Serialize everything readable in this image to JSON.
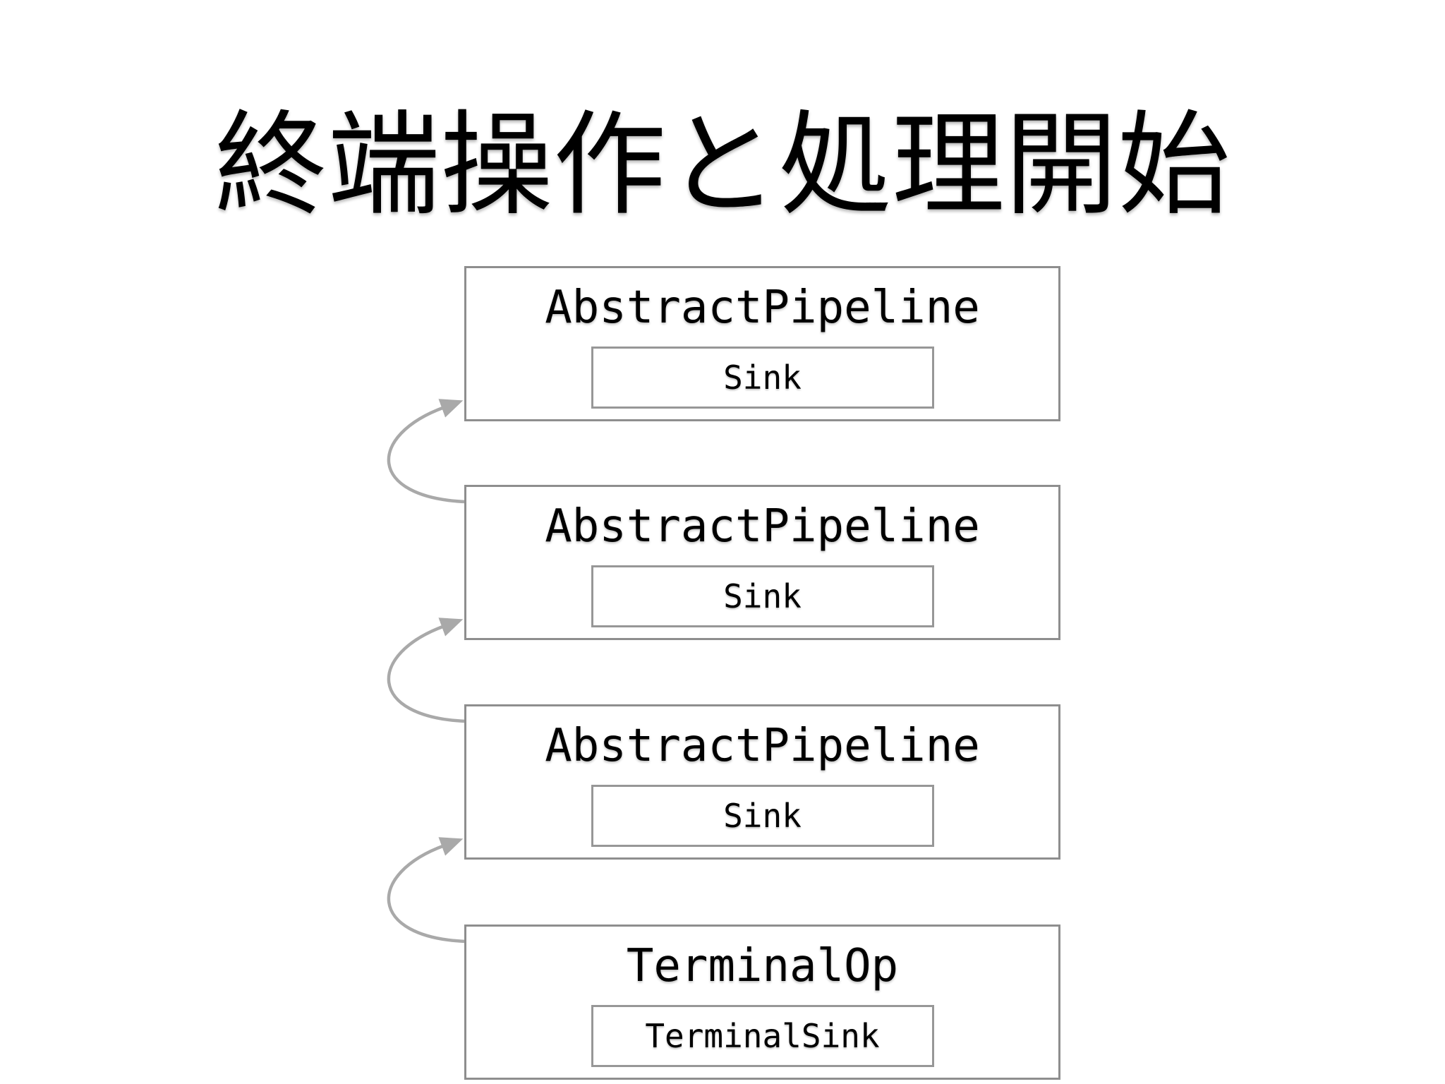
{
  "slide": {
    "title": "終端操作と処理開始"
  },
  "diagram": {
    "boxes": [
      {
        "id": "pipeline-1",
        "label": "AbstractPipeline",
        "inner_label": "Sink"
      },
      {
        "id": "pipeline-2",
        "label": "AbstractPipeline",
        "inner_label": "Sink"
      },
      {
        "id": "pipeline-3",
        "label": "AbstractPipeline",
        "inner_label": "Sink"
      },
      {
        "id": "terminal-op",
        "label": "TerminalOp",
        "inner_label": "TerminalSink"
      }
    ],
    "arrows": [
      {
        "name": "arrow-pipeline2-to-pipeline1",
        "from": 1,
        "to": 0
      },
      {
        "name": "arrow-pipeline3-to-pipeline2",
        "from": 2,
        "to": 1
      },
      {
        "name": "arrow-terminalop-to-pipeline3",
        "from": 3,
        "to": 2
      }
    ],
    "colors": {
      "box_border": "#8e8e8e",
      "inner_border": "#979797",
      "arrow": "#a9a9a9",
      "text": "#000000",
      "background": "#ffffff"
    }
  }
}
